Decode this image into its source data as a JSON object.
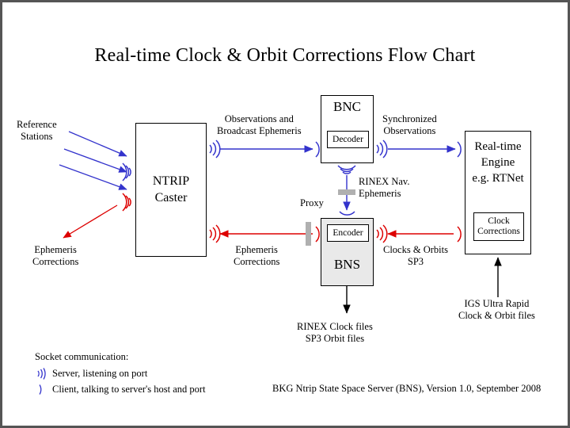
{
  "slide": {
    "title": "Real-time Clock & Orbit Corrections Flow Chart",
    "footer": "BKG Ntrip State Space Server (BNS), Version 1.0, September 2008",
    "colors": {
      "blue": "#3333cc",
      "red": "#dd0000",
      "black": "#000000",
      "box_gray": "#e9e9e9",
      "proxy_gray": "#b0b0b0",
      "frame": "#555555"
    }
  },
  "nodes": {
    "ntrip_caster": {
      "line1": "NTRIP",
      "line2": "Caster"
    },
    "bnc": {
      "title": "BNC",
      "sub": "Decoder"
    },
    "bns": {
      "title": "BNS",
      "sub": "Encoder"
    },
    "rt_engine": {
      "line1": "Real-time",
      "line2": "Engine",
      "line3": "e.g. RTNet",
      "sub1": "Clock",
      "sub2": "Corrections"
    }
  },
  "labels": {
    "reference_stations": {
      "line1": "Reference",
      "line2": "Stations"
    },
    "ephemeris_corrections_left": {
      "line1": "Ephemeris",
      "line2": "Corrections"
    },
    "observations_broadcast": {
      "line1": "Observations and",
      "line2": "Broadcast Ephemeris"
    },
    "synchronized_observations": {
      "line1": "Synchronized",
      "line2": "Observations"
    },
    "ephemeris_corrections_mid": {
      "line1": "Ephemeris",
      "line2": "Corrections"
    },
    "rinex_nav_ephemeris": {
      "line1": "RINEX Nav.",
      "line2": "Ephemeris"
    },
    "proxy": "Proxy",
    "clocks_orbits_sp3": {
      "line1": "Clocks & Orbits",
      "line2": "SP3"
    },
    "rinex_clock_files": {
      "line1": "RINEX Clock files",
      "line2": "SP3 Orbit files"
    },
    "igs_ultra_rapid": {
      "line1": "IGS Ultra Rapid",
      "line2": "Clock & Orbit files"
    }
  },
  "legend": {
    "title": "Socket communication:",
    "server": "Server, listening on port",
    "client": "Client, talking to server's host and port",
    "server_icon": "server-signal-icon",
    "client_icon": "client-arc-icon"
  }
}
